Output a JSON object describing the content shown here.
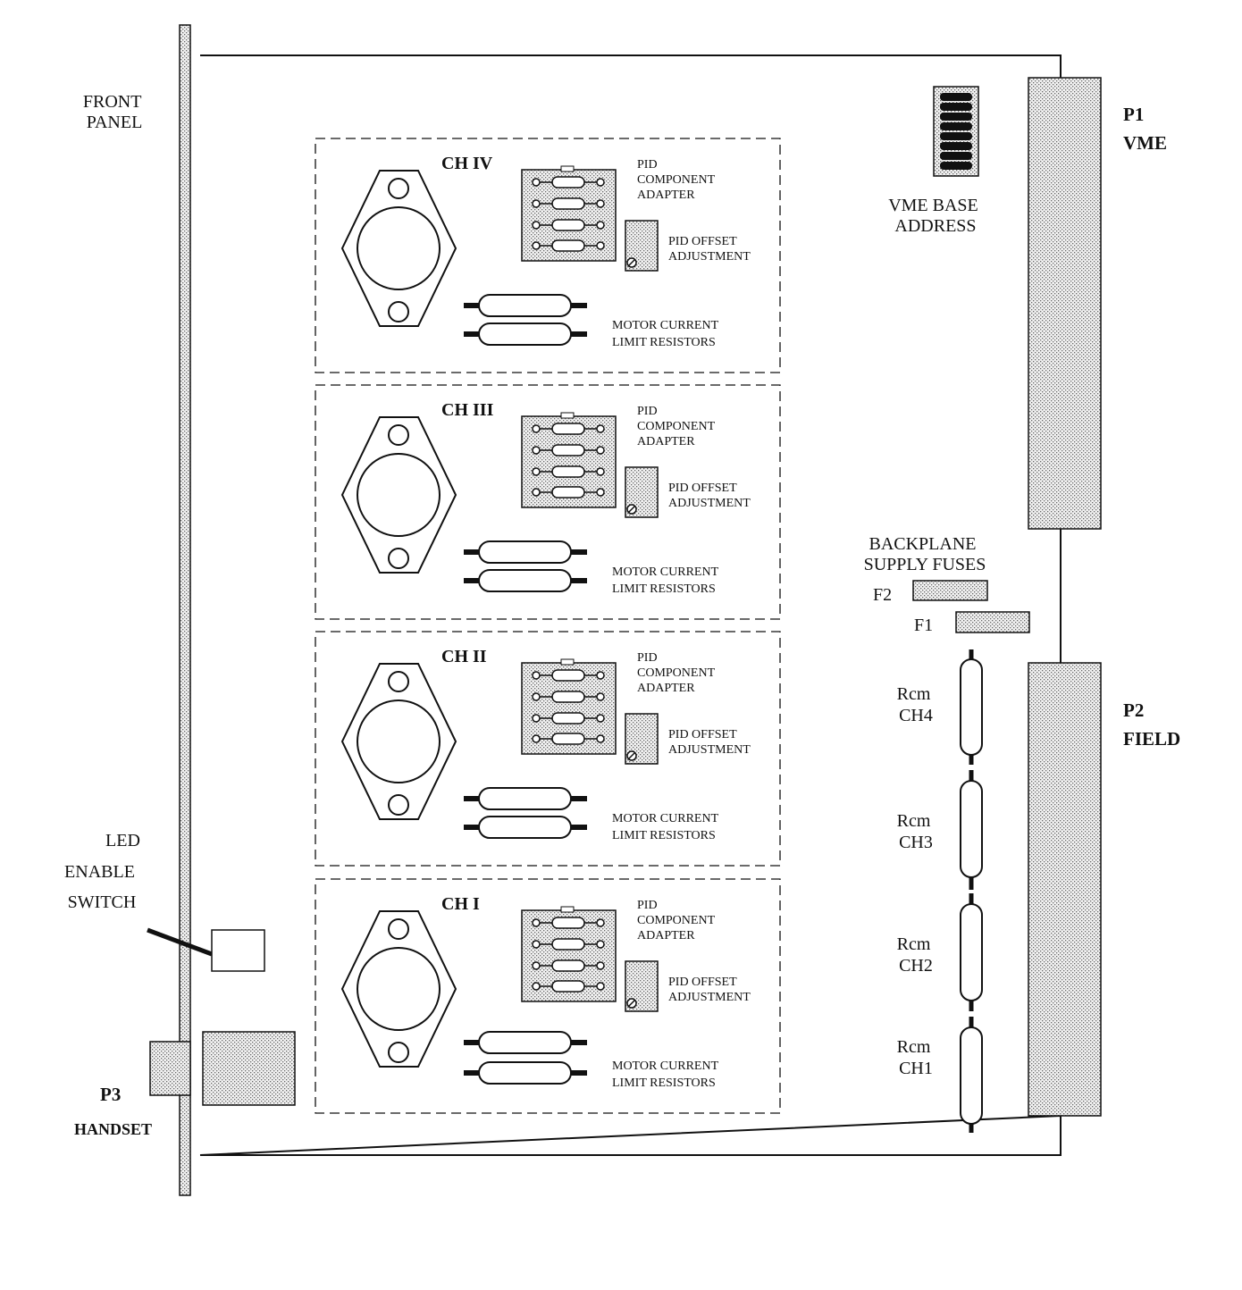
{
  "front_panel": {
    "line1": "FRONT",
    "line2": "PANEL"
  },
  "connectors": {
    "p1": {
      "line1": "P1",
      "line2": "VME"
    },
    "p2": {
      "line1": "P2",
      "line2": "FIELD"
    },
    "p3": {
      "line1": "P3",
      "line2": "HANDSET"
    }
  },
  "vme_base_address": {
    "line1": "VME BASE",
    "line2": "ADDRESS"
  },
  "backplane_fuses": {
    "line1": "BACKPLANE",
    "line2": "SUPPLY FUSES",
    "f2": "F2",
    "f1": "F1"
  },
  "led_switch": {
    "line1": "LED",
    "line2": "ENABLE",
    "line3": "SWITCH"
  },
  "channels": [
    {
      "title": "CH IV",
      "pid_adapter": [
        "PID",
        "COMPONENT",
        "ADAPTER"
      ],
      "pid_offset": [
        "PID OFFSET",
        "ADJUSTMENT"
      ],
      "motor": [
        "MOTOR CURRENT",
        "LIMIT RESISTORS"
      ]
    },
    {
      "title": "CH III",
      "pid_adapter": [
        "PID",
        "COMPONENT",
        "ADAPTER"
      ],
      "pid_offset": [
        "PID OFFSET",
        "ADJUSTMENT"
      ],
      "motor": [
        "MOTOR CURRENT",
        "LIMIT RESISTORS"
      ]
    },
    {
      "title": "CH II",
      "pid_adapter": [
        "PID",
        "COMPONENT",
        "ADAPTER"
      ],
      "pid_offset": [
        "PID OFFSET",
        "ADJUSTMENT"
      ],
      "motor": [
        "MOTOR CURRENT",
        "LIMIT RESISTORS"
      ]
    },
    {
      "title": "CH I",
      "pid_adapter": [
        "PID",
        "COMPONENT",
        "ADAPTER"
      ],
      "pid_offset": [
        "PID OFFSET",
        "ADJUSTMENT"
      ],
      "motor": [
        "MOTOR CURRENT",
        "LIMIT RESISTORS"
      ]
    }
  ],
  "rcm": [
    {
      "line1": "Rcm",
      "line2": "CH4"
    },
    {
      "line1": "Rcm",
      "line2": "CH3"
    },
    {
      "line1": "Rcm",
      "line2": "CH2"
    },
    {
      "line1": "Rcm",
      "line2": "CH1"
    }
  ]
}
